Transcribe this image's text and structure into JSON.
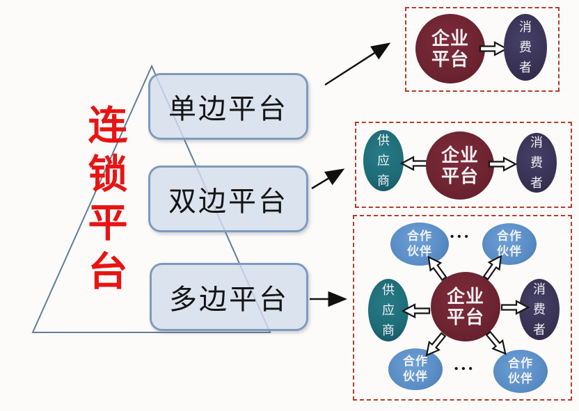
{
  "title": {
    "text": "连锁平台",
    "chars": [
      "连",
      "锁",
      "平",
      "台"
    ]
  },
  "pyramid": {
    "levels": [
      {
        "id": "single-sided",
        "label": "单边平台"
      },
      {
        "id": "two-sided",
        "label": "双边平台"
      },
      {
        "id": "multi-sided",
        "label": "多边平台"
      }
    ]
  },
  "nodes": {
    "enterprise": {
      "line1": "企业",
      "line2": "平台"
    },
    "consumer": {
      "chars": [
        "消",
        "费",
        "者"
      ]
    },
    "supplier": {
      "chars": [
        "供",
        "应",
        "商"
      ]
    },
    "partner": {
      "line1": "合作",
      "line2": "伙伴"
    },
    "dots": "•••"
  },
  "panels": [
    {
      "id": "single-sided-platform",
      "nodes": [
        "enterprise",
        "consumer"
      ]
    },
    {
      "id": "two-sided-platform",
      "nodes": [
        "supplier",
        "enterprise",
        "consumer"
      ]
    },
    {
      "id": "multi-sided-platform",
      "nodes": [
        "partner",
        "partner",
        "supplier",
        "enterprise",
        "consumer",
        "partner",
        "partner"
      ]
    }
  ],
  "colors": {
    "title_red": "#e71414",
    "enterprise_maroon": "#6e2431",
    "consumer_navy": "#383254",
    "supplier_teal": "#1d6b77",
    "partner_blue": "#5a8dc5",
    "panel_border_red": "#b43a2b",
    "pyramid_box_fill": "#d3dded",
    "pyramid_box_border": "#7e9abd",
    "triangle_stroke": "#5f7d99"
  }
}
